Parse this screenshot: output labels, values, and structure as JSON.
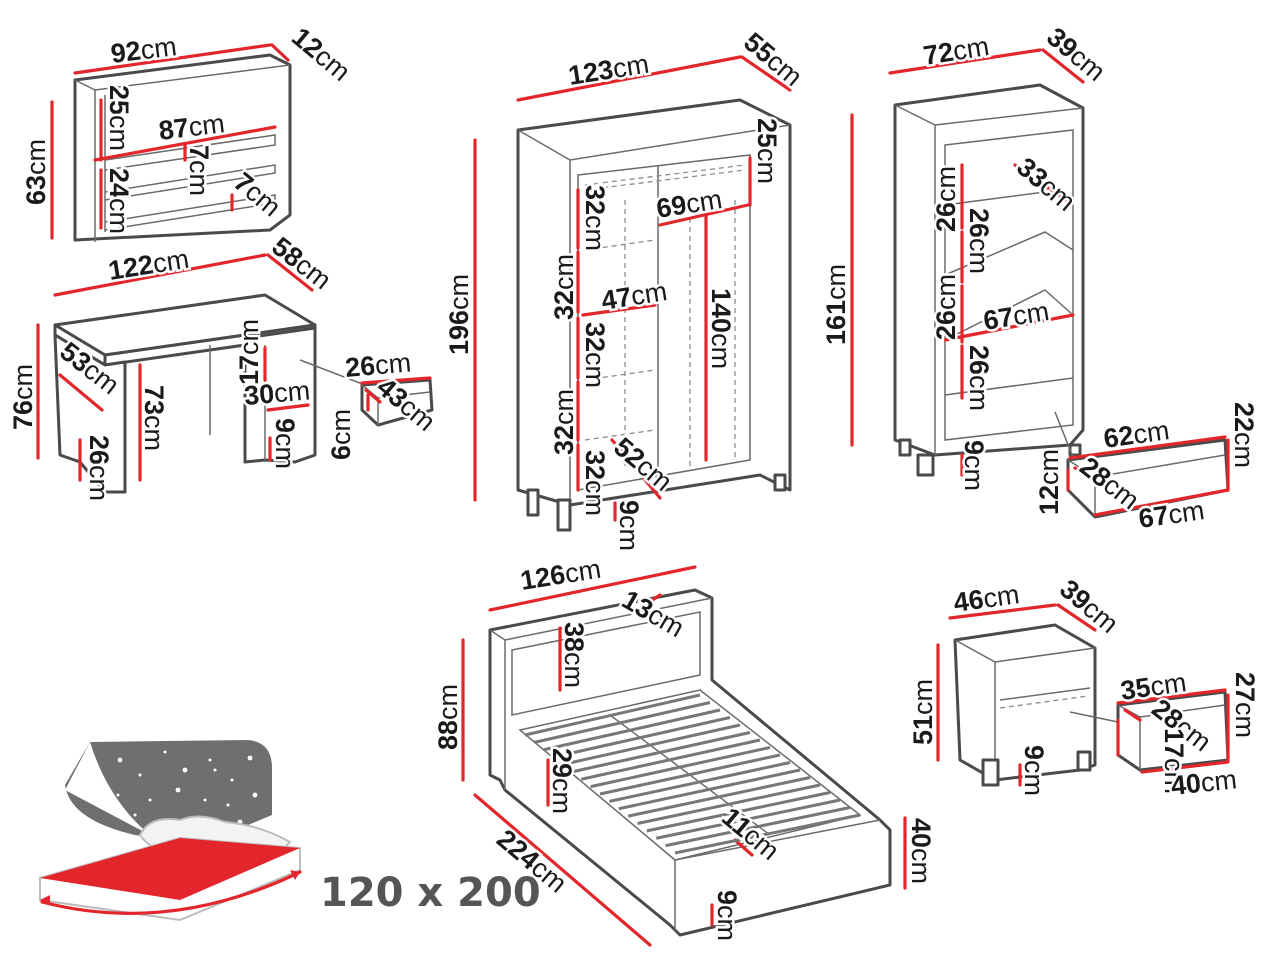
{
  "unit": "cm",
  "colors": {
    "dimension_line": "#e3262b",
    "outline": "#4a4a4a",
    "mattress": "#e3262b",
    "night_panel": "#6f6f6f"
  },
  "wall_shelf": {
    "width": "92",
    "depth": "12",
    "height": "63",
    "inner_width": "87",
    "top_gap": "25",
    "bottom_gap": "24",
    "shelf_thick_a": "7",
    "shelf_thick_b": "7"
  },
  "desk": {
    "width": "122",
    "depth": "58",
    "height": "76",
    "leg_depth": "53",
    "knee_height": "73",
    "leg_width": "26",
    "drawer_front_height": "17",
    "drawer_width": "30",
    "plinth": "9"
  },
  "desk_drawer": {
    "width": "26",
    "depth": "43",
    "height": "6"
  },
  "wardrobe": {
    "width": "123",
    "depth": "55",
    "height": "196",
    "top_gap": "25",
    "shelf_1": "32",
    "shelf_2": "32",
    "shelf_3": "32",
    "shelf_4": "32",
    "shelf_5": "32",
    "shelf_depth": "47",
    "hang_width": "69",
    "hang_height": "140",
    "inner_depth": "52",
    "plinth": "9"
  },
  "bookcase": {
    "width": "72",
    "depth": "39",
    "height": "161",
    "shelf_depth": "33",
    "shelf_1": "26",
    "shelf_2": "26",
    "shelf_3": "26",
    "shelf_4": "26",
    "inner_width": "67",
    "plinth": "9"
  },
  "bookcase_drawer": {
    "width": "62",
    "height": "22",
    "depth": "28",
    "front_height": "12",
    "bottom_width": "67"
  },
  "bed": {
    "width": "126",
    "length": "224",
    "head_height": "88",
    "head_thick": "13",
    "head_panel": "38",
    "frame_height": "29",
    "slat_gap": "11",
    "foot_height": "40",
    "plinth": "9"
  },
  "nightstand": {
    "width": "46",
    "depth": "39",
    "height": "51",
    "plinth": "9"
  },
  "nightstand_drawer": {
    "width": "35",
    "height": "27",
    "depth": "28",
    "front_height": "17",
    "bottom_width": "40"
  },
  "mattress": {
    "size_label": "120 x 200"
  }
}
